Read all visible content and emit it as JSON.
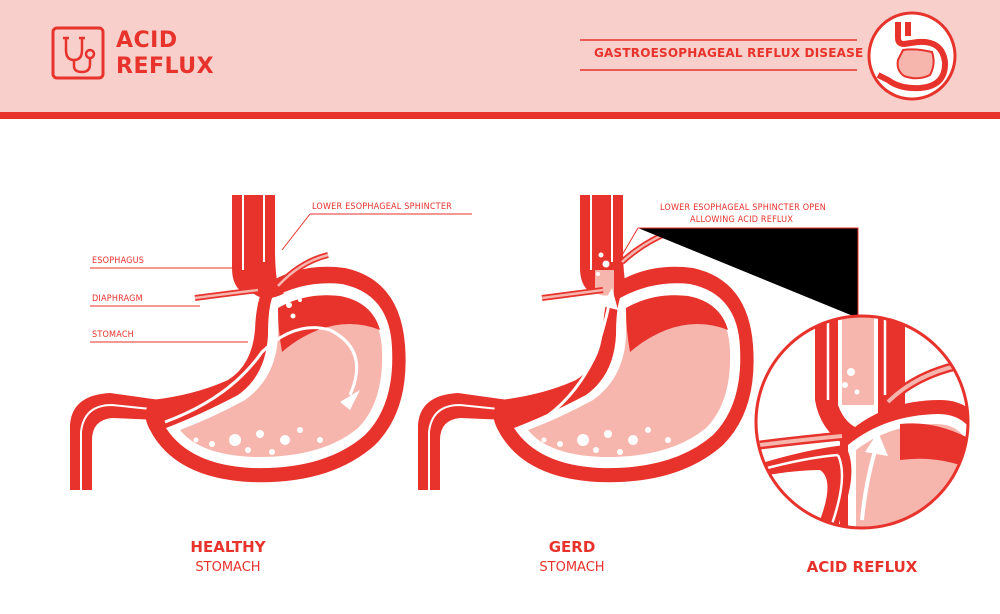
{
  "colors": {
    "accent": "#e8322c",
    "band": "#f8cfcb",
    "stomach_fill": "#f6b6ae",
    "white": "#ffffff"
  },
  "header": {
    "title_line1": "ACID",
    "title_line2": "REFLUX",
    "subtitle": "GASTROESOPHAGEAL REFLUX DISEASE",
    "logo_icon": "stethoscope-icon",
    "badge_icon": "stomach-icon"
  },
  "healthy": {
    "labels": {
      "sphincter": "LOWER ESOPHAGEAL SPHINCTER",
      "esophagus": "ESOPHAGUS",
      "diaphragm": "DIAPHRAGM",
      "stomach": "STOMACH"
    },
    "caption_bold": "HEALTHY",
    "caption": "STOMACH"
  },
  "gerd": {
    "label_line1": "LOWER ESOPHAGEAL SPHINCTER OPEN",
    "label_line2": "ALLOWING ACID REFLUX",
    "caption_bold": "GERD",
    "caption": "STOMACH"
  },
  "zoom": {
    "caption_bold": "ACID REFLUX"
  }
}
